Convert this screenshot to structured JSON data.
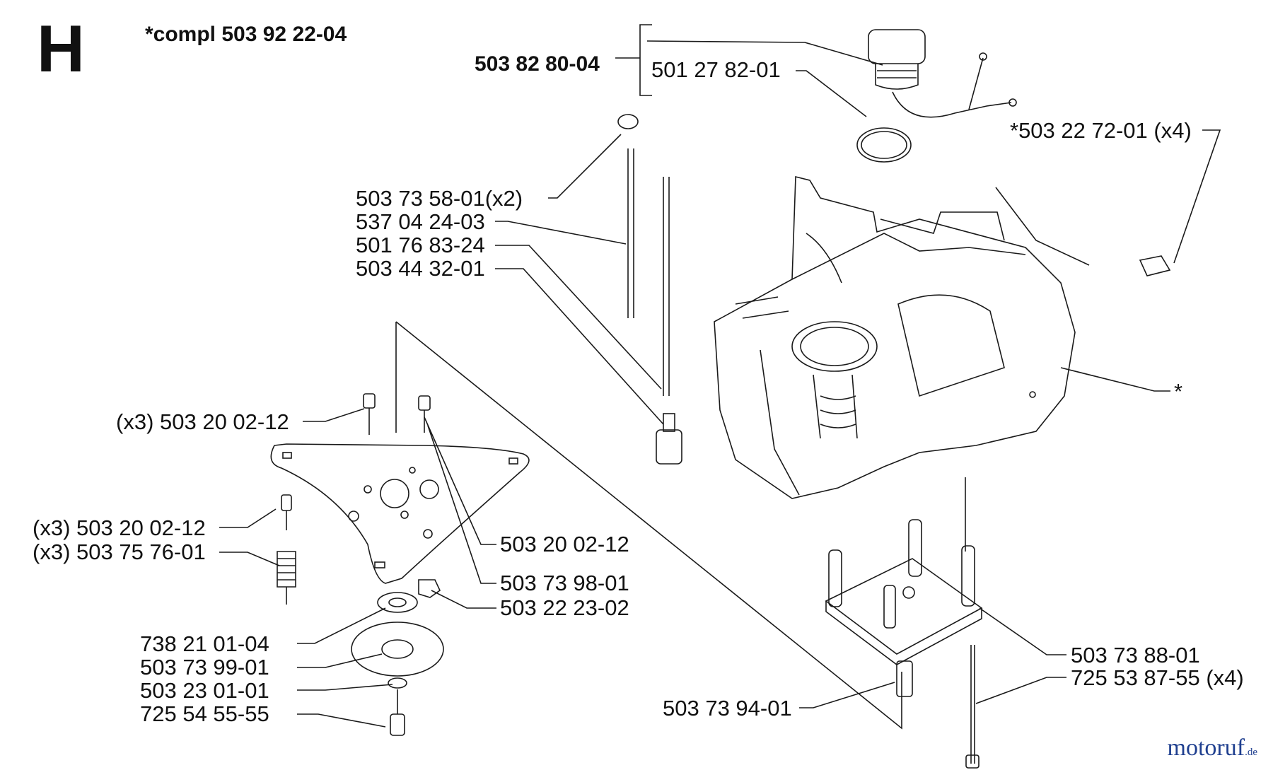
{
  "section_letter": "H",
  "compl_label": "*compl 503 92 22-04",
  "part_labels": {
    "cap_kit": "503 82 80-04",
    "o_ring": "501 27 82-01",
    "nut_x4": "*503 22 72-01 (x4)",
    "grommet_x2": "503 73 58-01(x2)",
    "hose_a": "537 04 24-03",
    "hose_b": "501 76 83-24",
    "filter": "503 44 32-01",
    "screw_top": "(x3) 503 20 02-12",
    "screw_left": "(x3) 503 20 02-12",
    "buffer_left": "(x3) 503 75 76-01",
    "screw_right": "503 20 02-12",
    "bushing": "503 73 98-01",
    "washer_nut": "503 22 23-02",
    "bearing": "738 21 01-04",
    "flange": "503 73 99-01",
    "washer": "503 23 01-01",
    "bolt": "725 54 55-55",
    "crankcase": "*",
    "mount": "503 73 88-01",
    "long_bolt_x4": "725 53 87-55 (x4)",
    "sleeve": "503 73 94-01"
  },
  "watermark": {
    "brand": "motoruf",
    "suffix": ".de"
  },
  "colors": {
    "line": "#1a1a1a",
    "logo": "#1f3f8f"
  }
}
